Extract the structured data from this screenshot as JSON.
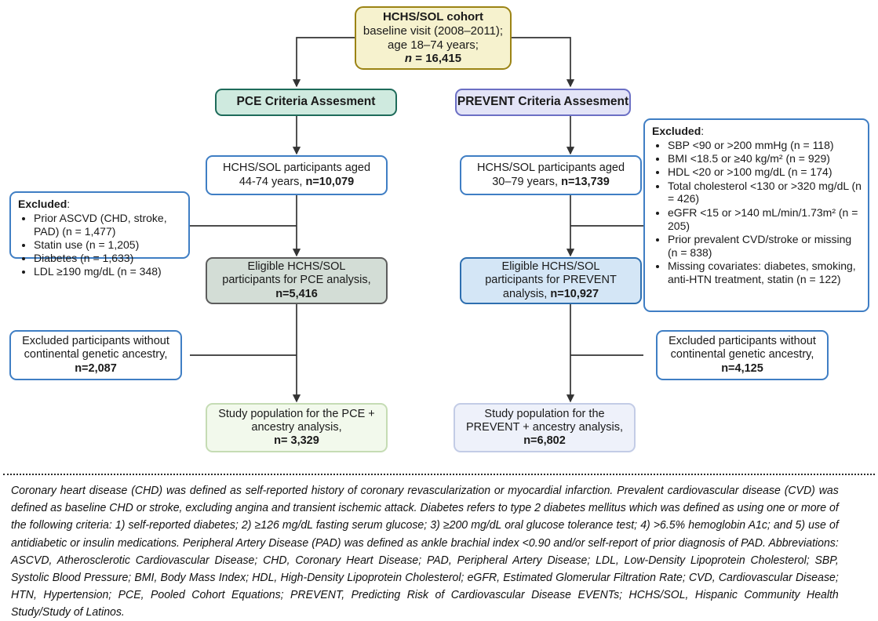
{
  "flowchart": {
    "cohort": {
      "line1": "HCHS/SOL cohort",
      "line2": "baseline visit (2008–2011);",
      "line3": "age 18–74 years;",
      "line4_prefix": "n",
      "line4_rest": " = 16,415"
    },
    "pce_criteria": {
      "label": "PCE Criteria Assesment"
    },
    "prevent_criteria": {
      "label": "PREVENT Criteria Assesment"
    },
    "pce_participants": {
      "line1": "HCHS/SOL participants aged",
      "line2_plain": "44-74 years, ",
      "line2_bold": "n=10,079"
    },
    "prevent_participants": {
      "line1": "HCHS/SOL participants aged",
      "line2_plain": "30–79 years, ",
      "line2_bold": "n=13,739"
    },
    "pce_excluded": {
      "title_bold": "Excluded",
      "title_rest": ":",
      "items": [
        "Prior ASCVD (CHD, stroke, PAD) (n = 1,477)",
        "Statin use (n = 1,205)",
        "Diabetes (n = 1,633)",
        "LDL ≥190 mg/dL (n = 348)"
      ]
    },
    "prevent_excluded": {
      "title_bold": "Excluded",
      "title_rest": ":",
      "items": [
        "SBP <90 or >200 mmHg (n = 118)",
        "BMI <18.5 or ≥40 kg/m² (n = 929)",
        "HDL <20 or >100 mg/dL (n = 174)",
        "Total cholesterol <130 or >320 mg/dL (n = 426)",
        "eGFR <15 or >140 mL/min/1.73m² (n = 205)",
        "Prior prevalent CVD/stroke or missing (n = 838)",
        "Missing covariates: diabetes, smoking, anti-HTN treatment, statin (n = 122)"
      ]
    },
    "pce_eligible": {
      "line1": "Eligible HCHS/SOL",
      "line2": "participants for PCE analysis,",
      "line3_bold": "n=5,416"
    },
    "prevent_eligible": {
      "line1": "Eligible HCHS/SOL",
      "line2": "participants for PREVENT",
      "line3_plain": "analysis, ",
      "line3_bold": "n=10,927"
    },
    "pce_ancestry_excluded": {
      "line1": "Excluded participants without",
      "line2": "continental genetic ancestry,",
      "line3_bold": "n=2,087"
    },
    "prevent_ancestry_excluded": {
      "line1": "Excluded participants without",
      "line2": "continental genetic ancestry,",
      "line3_bold": "n=4,125"
    },
    "pce_study_population": {
      "line1": "Study population for the PCE +",
      "line2": "ancestry analysis,",
      "line3_bold": "n= 3,329"
    },
    "prevent_study_population": {
      "line1": "Study population for the",
      "line2": "PREVENT + ancestry analysis,",
      "line3_bold": "n=6,802"
    }
  },
  "footnote": {
    "text": "Coronary heart disease (CHD) was defined as self-reported history of coronary revascularization or myocardial infarction. Prevalent cardiovascular disease (CVD) was defined as baseline CHD or stroke, excluding angina and transient ischemic attack. Diabetes refers to type 2 diabetes mellitus which was defined as using one or more of the following criteria: 1) self-reported diabetes; 2) ≥126 mg/dL fasting serum glucose; 3) ≥200 mg/dL oral glucose tolerance test; 4) >6.5% hemoglobin A1c; and 5) use of antidiabetic or insulin medications. Peripheral Artery Disease (PAD) was defined as ankle brachial index <0.90 and/or self-report of prior diagnosis of PAD. Abbreviations: ASCVD, Atherosclerotic Cardiovascular Disease; CHD, Coronary Heart Disease; PAD, Peripheral Artery Disease; LDL, Low-Density Lipoprotein Cholesterol; SBP, Systolic Blood Pressure; BMI, Body Mass Index; HDL, High-Density Lipoprotein Cholesterol; eGFR, Estimated Glomerular Filtration Rate; CVD, Cardiovascular Disease; HTN, Hypertension; PCE, Pooled Cohort Equations; PREVENT, Predicting Risk of Cardiovascular Disease EVENTs; HCHS/SOL, Hispanic Community Health Study/Study of Latinos."
  },
  "colors": {
    "cohort_border": "#9b8314",
    "cohort_fill": "#f6f2ce",
    "pce_accent": "#1e6b5a",
    "prevent_accent": "#6b6fc4",
    "blue_border": "#3f7ec4",
    "connector": "#333333"
  }
}
